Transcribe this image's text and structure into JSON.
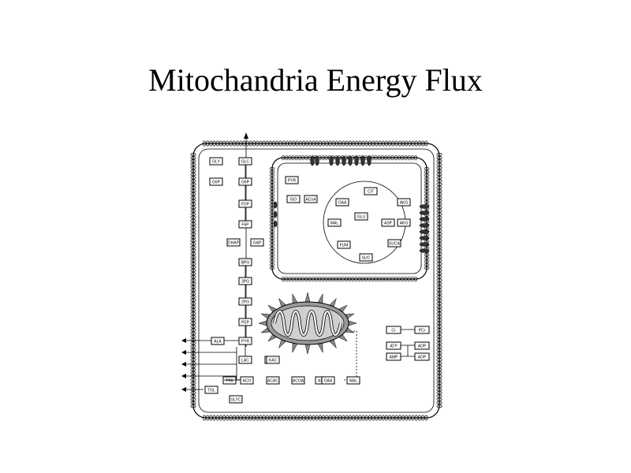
{
  "slide": {
    "title": "Mitochandria Energy Flux"
  },
  "diagram": {
    "cell_boxes": [
      "GLY",
      "GLC",
      "G6P",
      "G6P",
      "F6P",
      "FDP",
      "DHAP",
      "GAP",
      "BPG",
      "3PG",
      "2PG",
      "PEP",
      "PYR",
      "LAC",
      "ALA",
      "ALA",
      "KAC",
      "ACAC",
      "ACO",
      "ACOA",
      "TGL",
      "FFA",
      "GLYC",
      "ASP",
      "OAA",
      "MAL"
    ],
    "mito_boxes": [
      "PYR",
      "CIT",
      "OAA",
      "MAL",
      "ACoA",
      "AKG",
      "AKG",
      "SUC",
      "SUCA",
      "FUM",
      "GLU",
      "ASP",
      "ISO"
    ],
    "energy_boxes": [
      "Cr",
      "PCr",
      "ATP",
      "ADP",
      "AMP",
      "ADP"
    ]
  }
}
